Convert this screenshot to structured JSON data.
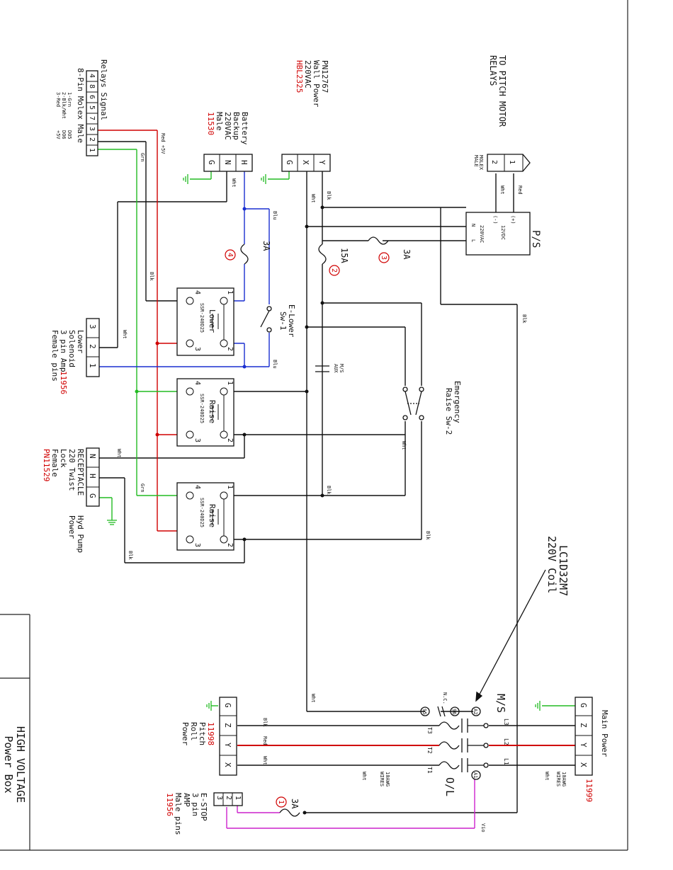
{
  "title_block": {
    "line1": "HIGH VOLTAGE",
    "line2": "Power Box"
  },
  "labels": {
    "to_pitch": [
      "TO PITCH MOTOR",
      "RELAYS"
    ],
    "ps": "P/S",
    "ps_12vdc": "12VDC",
    "ps_220vac": "220VAC",
    "ps_plus": "(+)",
    "ps_minus": "(-)",
    "ps_n": "N",
    "ps_l": "L",
    "molex_male": [
      "MOLEX",
      "MALE"
    ],
    "pn12767": [
      "PN12767",
      "Wall Power",
      "220VAC"
    ],
    "hbl": "HBL2325",
    "battery": [
      "Battery",
      "Backup",
      "220VAC",
      "Male"
    ],
    "battery_pn": "11530",
    "relays_signal": [
      "Relays Signal",
      "8-Pin Molex Male"
    ],
    "relay_pins": [
      "4",
      "8",
      "6",
      "5",
      "7",
      "3",
      "2",
      "1"
    ],
    "relay_legend": [
      "1-Grn",
      "2-Blk/Wht",
      "3-Red"
    ],
    "relay_legend2": [
      "DO5",
      "DO6",
      "+5V"
    ],
    "fuse_3a": "3A",
    "fuse_15a": "15A",
    "elower": [
      "E-Lower",
      "Sw-1"
    ],
    "emerg": [
      "Emergency",
      "Raise Sw-2"
    ],
    "ms_aux": [
      "M/S",
      "AUX"
    ],
    "lower_sol": [
      "Lower",
      "Solenoid",
      "3 pin Amp"
    ],
    "lower_sol_pn": "11956",
    "lower_sol2": "Female pins",
    "receptacle": [
      "RECEPTACLE",
      "220 Twist",
      "Lock",
      "Female"
    ],
    "receptacle_pn": "PN11529",
    "hyd": [
      "Hyd Pump",
      "Power"
    ],
    "ssr1": [
      "Lower",
      "SSR-240D25"
    ],
    "ssr2": [
      "Raise",
      "SSR-240D25"
    ],
    "ssr3": [
      "Raise",
      "SSR-240D25"
    ],
    "coil": [
      "LC1D32M7",
      "220V Coil"
    ],
    "ms": "M/S",
    "ol": "O/L",
    "main_power": "Main Power",
    "main_pn": "11999",
    "pitch_roll": [
      "Pitch",
      "Roll",
      "Power"
    ],
    "pitch_pn": "11998",
    "estop": [
      "E-STOP",
      "3 pin",
      "AMP",
      "Male pins"
    ],
    "estop_pn": "11956",
    "awg": [
      "10AWG",
      "WIRES"
    ],
    "wire_red5": "Red +5V",
    "wire_grn": "Grn",
    "wire_blk": "Blk",
    "wire_wht": "Wht",
    "wire_blu": "Blu",
    "wire_red": "Red",
    "wire_vio": "Vio",
    "pin_g": "G",
    "pin_n": "N",
    "pin_h": "H",
    "pin_x": "X",
    "pin_y": "Y",
    "pin_z": "Z",
    "nums": [
      "1",
      "2",
      "3",
      "4"
    ],
    "ms_a2": "A2",
    "ms_a1": "A1",
    "ms_96": "96",
    "ms_95": "95",
    "ms_nc": "N.C.",
    "l1": "L1",
    "l2": "L2",
    "l3": "L3",
    "t1": "T1",
    "t2": "T2",
    "t3": "T3"
  }
}
